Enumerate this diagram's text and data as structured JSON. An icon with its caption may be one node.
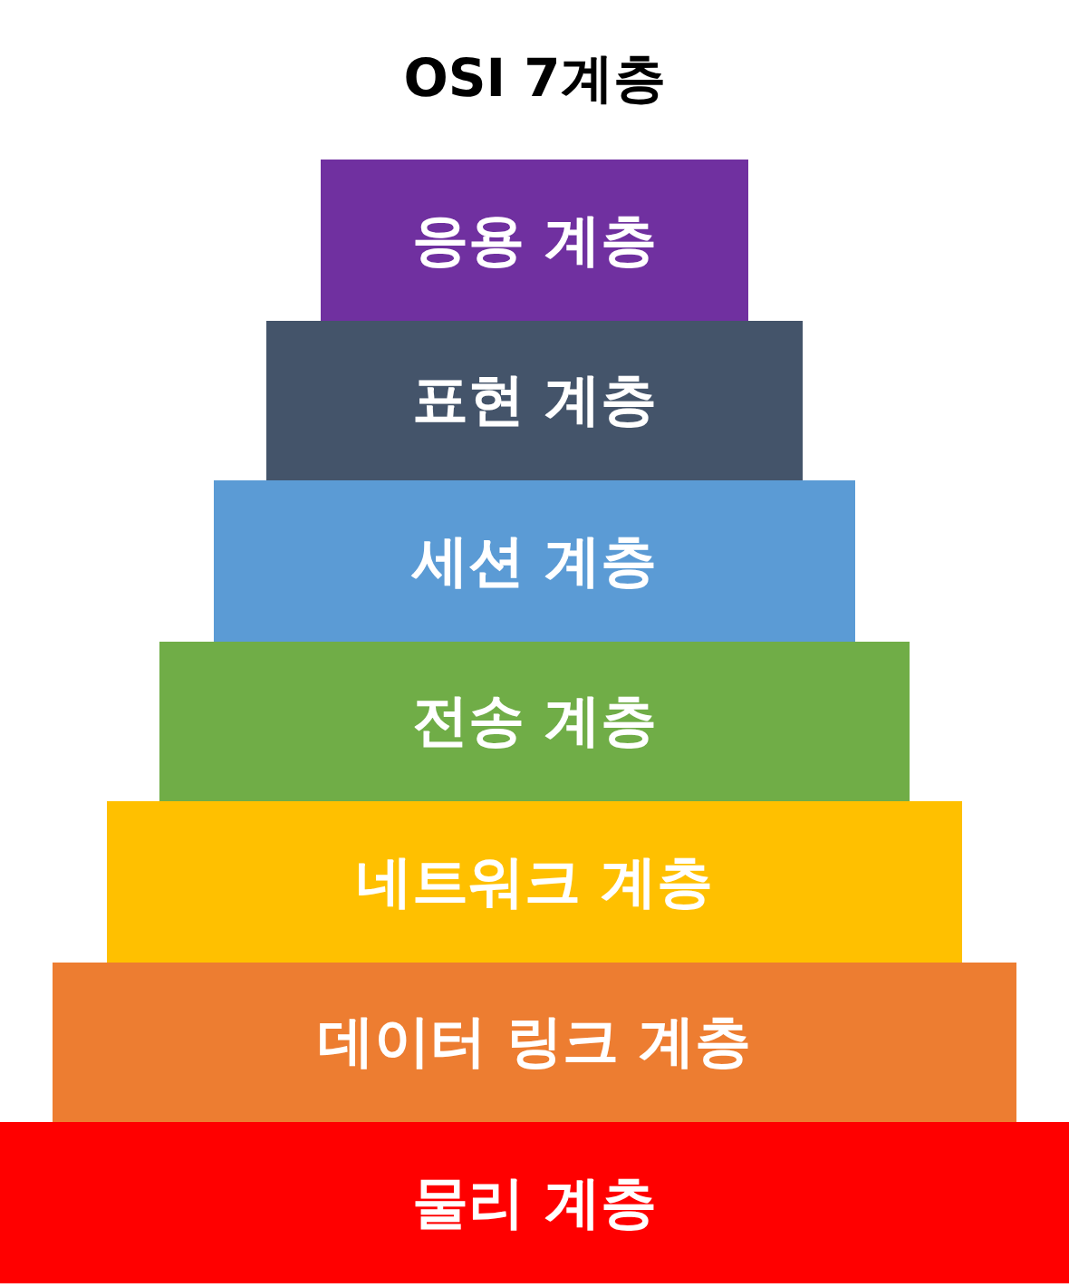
{
  "diagram": {
    "title": "OSI 7계층",
    "nodes": [
      {
        "text": [
          "응용 계층"
        ]
      },
      {
        "text": [
          "표현 계층"
        ]
      },
      {
        "text": [
          "세션 계층"
        ]
      },
      {
        "text": [
          "전송 계층"
        ]
      },
      {
        "text": [
          "네트워크 계층"
        ]
      },
      {
        "text": [
          "데이터 링크 계층"
        ]
      },
      {
        "text": [
          "물리 계층"
        ]
      }
    ]
  }
}
